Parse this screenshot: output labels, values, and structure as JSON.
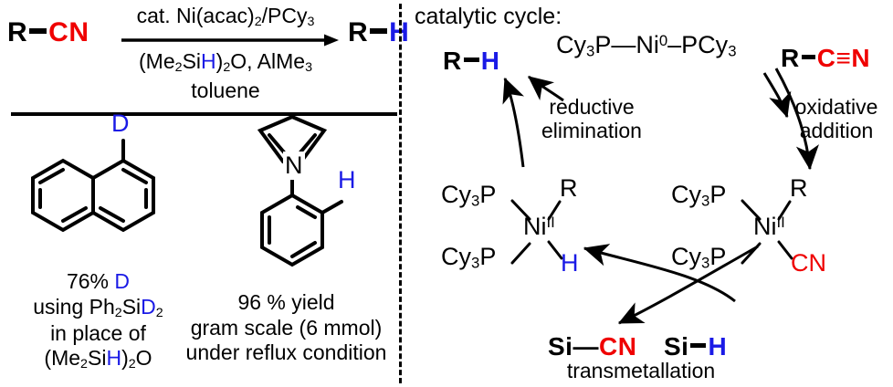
{
  "scheme": {
    "reaction": {
      "substrate": {
        "r": "R",
        "group": "CN"
      },
      "product": {
        "r": "R",
        "group": "H"
      },
      "conditions_above": "cat. Ni(acac)2/PCy3",
      "conditions_above_parts": {
        "prefix": "cat. Ni(acac)",
        "sub1": "2",
        "mid": "/PCy",
        "sub2": "3"
      },
      "conditions_below_parts": {
        "p1": "(Me",
        "s1": "2",
        "p2": "Si",
        "h": "H",
        "p3": ")",
        "s2": "2",
        "p4": "O, AlMe",
        "s3": "3"
      },
      "solvent": "toluene"
    },
    "examples": [
      {
        "id": "deuterated-naphthalene",
        "label_atom": "D",
        "caption_lines": [
          {
            "pre": "76% ",
            "hl": "D",
            "post": ""
          },
          {
            "pre": "using Ph",
            "sub": "2",
            "mid": "Si",
            "hl": "D",
            "sub2": "2",
            "post": ""
          },
          {
            "pre": "in place of",
            "hl": "",
            "post": ""
          },
          {
            "pre": "(Me",
            "sub": "2",
            "mid": "Si",
            "hl": "H",
            "post": ")",
            "sub2": "2",
            "tail": "O"
          }
        ],
        "caption_plain": [
          "76% D",
          "using Ph2SiD2",
          "in place of",
          "(Me2SiH)2O"
        ]
      },
      {
        "id": "phenylpyrrole",
        "ring_hetero_atom": "N",
        "label_atom": "H",
        "caption_plain": [
          "96 % yield",
          "gram scale (6 mmol)",
          "under reflux condition"
        ]
      }
    ]
  },
  "cycle": {
    "title": "catalytic cycle:",
    "ni0": {
      "left_ligand": "Cy",
      "left_sub": "3",
      "left_tail": "P",
      "metal": "Ni",
      "oxidation": "0",
      "right_ligand": "PCy",
      "right_sub": "3"
    },
    "in_substrate": {
      "r": "R",
      "c": "C",
      "n": "N"
    },
    "out_product": {
      "r": "R",
      "h": "H"
    },
    "steps": [
      {
        "id": "reductive-elimination",
        "line1": "reductive",
        "line2": "elimination"
      },
      {
        "id": "oxidative-addition",
        "line1": "oxidative",
        "line2": "addition"
      },
      {
        "id": "transmetallation",
        "line1": "transmetallation",
        "line2": ""
      }
    ],
    "ni2_hydride": {
      "lig1": "Cy",
      "lig1_sub": "3",
      "lig1_tail": "P",
      "lig2": "Cy",
      "lig2_sub": "3",
      "lig2_tail": "P",
      "metal": "Ni",
      "oxidation": "II",
      "top_group": "R",
      "bottom_group": "H"
    },
    "ni2_cyanide": {
      "lig1": "Cy",
      "lig1_sub": "3",
      "lig1_tail": "P",
      "lig2": "Cy",
      "lig2_sub": "3",
      "lig2_tail": "P",
      "metal": "Ni",
      "oxidation": "II",
      "top_group": "R",
      "bottom_group": "CN"
    },
    "reagents": {
      "silyl_cyanide": {
        "si": "Si",
        "group": "CN"
      },
      "silane": {
        "si": "Si",
        "group": "H"
      }
    }
  },
  "colors": {
    "cyano_red": "#ef0000",
    "hydride_blue": "#1a1ae6",
    "bond_black": "#000000",
    "background": "#ffffff"
  }
}
